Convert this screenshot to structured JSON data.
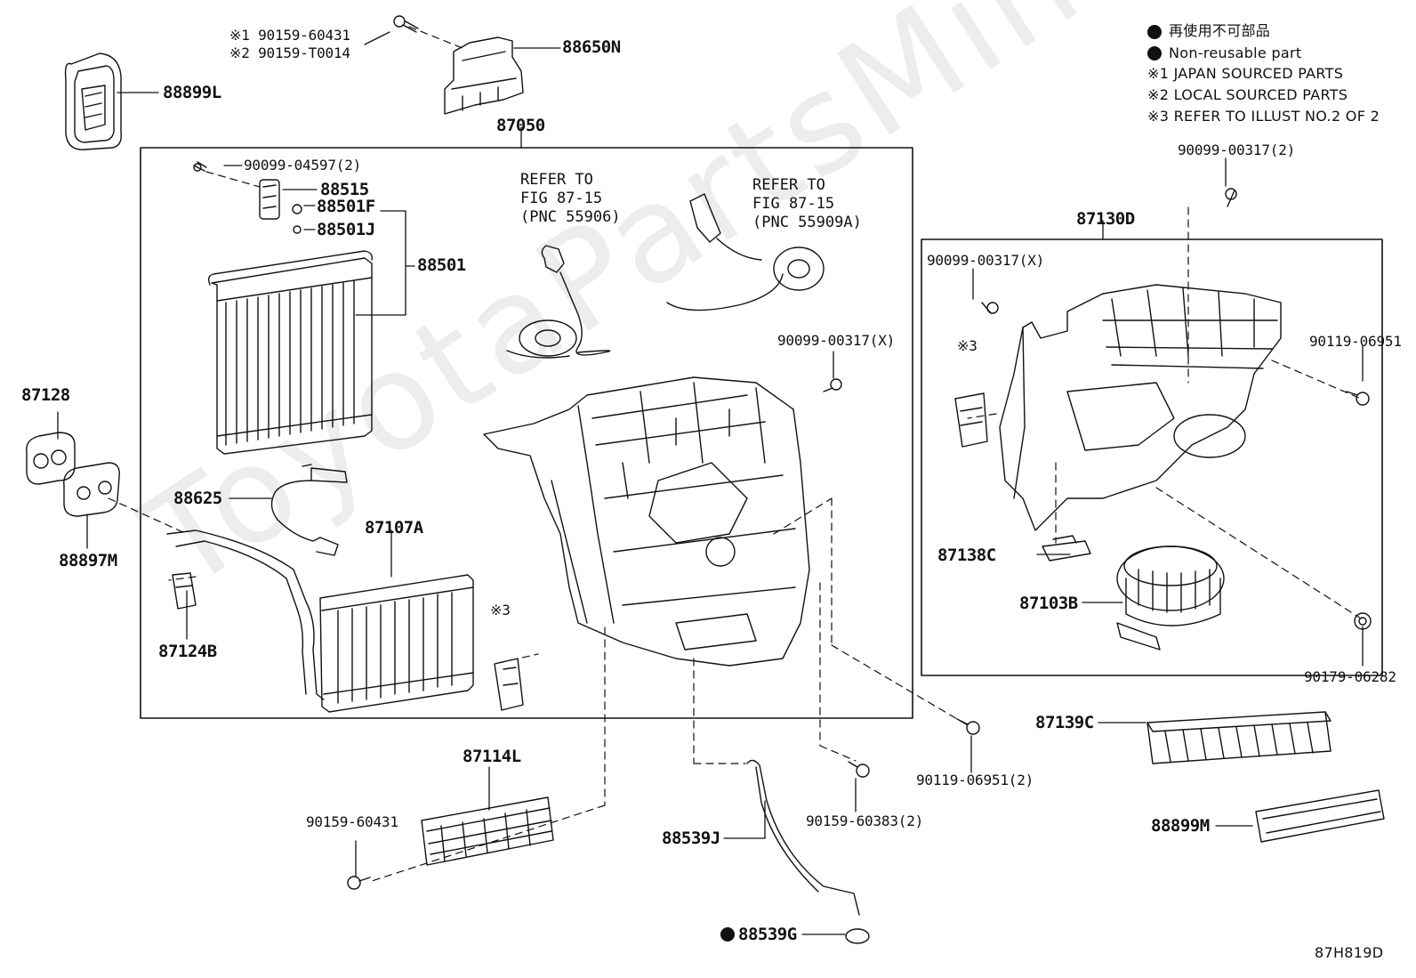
{
  "watermark": "ToyotaPartsMine.com",
  "legend": {
    "non_reusable_jp": "再使用不可部品",
    "non_reusable_en": "Non-reusable part",
    "note1": "※1 JAPAN SOURCED PARTS",
    "note2": "※2 LOCAL SOURCED PARTS",
    "note3": "※3 REFER TO ILLUST NO.2 OF 2"
  },
  "labels": {
    "p88899L": "88899L",
    "p90159_60431_jp": "※1 90159-60431",
    "p90159_T0014": "※2 90159-T0014",
    "p88650N": "88650N",
    "p87050": "87050",
    "p90099_04597": "90099-04597(2)",
    "p88515": "88515",
    "p88501F": "88501F",
    "p88501J": "88501J",
    "p88501": "88501",
    "ref1": "REFER TO\nFIG 87-15\n(PNC 55906)",
    "ref2": "REFER TO\nFIG 87-15\n(PNC 55909A)",
    "p90099_00317_x_center": "90099-00317(X)",
    "p87128": "87128",
    "p88897M": "88897M",
    "p88625": "88625",
    "p87107A": "87107A",
    "p87124B": "87124B",
    "mark3_center": "※3",
    "p90099_00317_2": "90099-00317(2)",
    "p87130D": "87130D",
    "p90099_00317_x_right": "90099-00317(X)",
    "mark3_right": "※3",
    "p90119_06951": "90119-06951",
    "p87138C": "87138C",
    "p87103B": "87103B",
    "p90179_06282": "90179-06282",
    "p87139C": "87139C",
    "p88899M": "88899M",
    "p90119_06951_2": "90119-06951(2)",
    "p90159_60383_2": "90159-60383(2)",
    "p87114L": "87114L",
    "p90159_60431": "90159-60431",
    "p88539J": "88539J",
    "p88539G": "88539G",
    "code": "87H819D"
  }
}
